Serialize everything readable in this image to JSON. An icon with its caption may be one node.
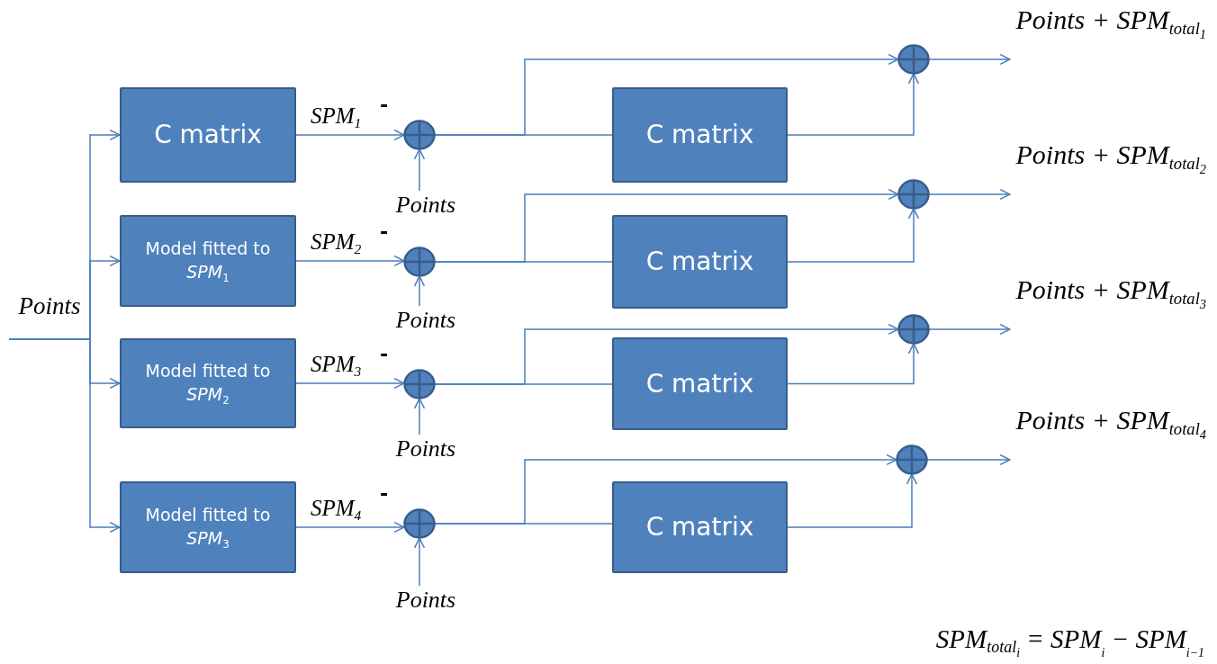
{
  "diagram": {
    "nodes": [
      {
        "text": [
          "Points"
        ]
      },
      {
        "text": [
          "C matrix"
        ]
      },
      {
        "text": [],
        "shape": "circle",
        "beside": [
          "-"
        ]
      },
      {
        "text": [
          "Points"
        ]
      },
      {
        "text": [
          "C matrix"
        ]
      },
      {
        "text": [],
        "shape": "circle"
      },
      {
        "text": [
          "Model fitted to *SPM*$_{1}$"
        ]
      },
      {
        "text": [],
        "shape": "circle",
        "beside": [
          "-"
        ]
      },
      {
        "text": [
          "Points"
        ]
      },
      {
        "text": [
          "C matrix"
        ]
      },
      {
        "text": [],
        "shape": "circle"
      },
      {
        "text": [
          "Model fitted to *SPM*$_{2}$"
        ]
      },
      {
        "text": [],
        "shape": "circle",
        "beside": [
          "-"
        ]
      },
      {
        "text": [
          "Points"
        ]
      },
      {
        "text": [
          "C matrix"
        ]
      },
      {
        "text": [],
        "shape": "circle"
      },
      {
        "text": [
          "Model fitted to *SPM*$_{3}$"
        ]
      },
      {
        "text": [],
        "shape": "circle",
        "beside": [
          "-"
        ]
      },
      {
        "text": [
          "Points"
        ]
      },
      {
        "text": [
          "C matrix"
        ]
      },
      {
        "text": [],
        "shape": "circle"
      },
      {
        "text": [
          "Points + SPM$_{total}$$_{1}$"
        ]
      },
      {
        "text": [
          "Points + SPM$_{total}$$_{2}$"
        ]
      },
      {
        "text": [
          "Points + SPM$_{total}$$_{3}$"
        ]
      },
      {
        "text": [
          "Points + SPM$_{total}$$_{4}$"
        ]
      }
    ],
    "edges": [
      {
        "from": 0,
        "to": 1,
        "arrow": "to"
      },
      {
        "from": 1,
        "to": 2,
        "arrow": "to",
        "label": "SPM$_{1}$"
      },
      {
        "from": 3,
        "to": 2,
        "arrow": "to"
      },
      {
        "from": 2,
        "to": 4,
        "arrow": "none"
      },
      {
        "from": 2,
        "to": 5,
        "arrow": "to"
      },
      {
        "from": 4,
        "to": 5,
        "arrow": "to"
      },
      {
        "from": 5,
        "to": 21,
        "arrow": "to"
      },
      {
        "from": 0,
        "to": 6,
        "arrow": "to"
      },
      {
        "from": 6,
        "to": 7,
        "arrow": "to",
        "label": "SPM$_{2}$"
      },
      {
        "from": 8,
        "to": 7,
        "arrow": "to"
      },
      {
        "from": 7,
        "to": 9,
        "arrow": "none"
      },
      {
        "from": 7,
        "to": 10,
        "arrow": "to"
      },
      {
        "from": 9,
        "to": 10,
        "arrow": "to"
      },
      {
        "from": 10,
        "to": 22,
        "arrow": "to"
      },
      {
        "from": 0,
        "to": 11,
        "arrow": "to"
      },
      {
        "from": 11,
        "to": 12,
        "arrow": "to",
        "label": "SPM$_{3}$"
      },
      {
        "from": 13,
        "to": 12,
        "arrow": "to"
      },
      {
        "from": 12,
        "to": 14,
        "arrow": "none"
      },
      {
        "from": 12,
        "to": 15,
        "arrow": "to"
      },
      {
        "from": 14,
        "to": 15,
        "arrow": "to"
      },
      {
        "from": 15,
        "to": 23,
        "arrow": "to"
      },
      {
        "from": 0,
        "to": 16,
        "arrow": "to"
      },
      {
        "from": 16,
        "to": 17,
        "arrow": "to",
        "label": "SPM$_{4}$"
      },
      {
        "from": 18,
        "to": 17,
        "arrow": "to"
      },
      {
        "from": 17,
        "to": 19,
        "arrow": "none"
      },
      {
        "from": 17,
        "to": 20,
        "arrow": "to"
      },
      {
        "from": 19,
        "to": 20,
        "arrow": "to"
      },
      {
        "from": 20,
        "to": 24,
        "arrow": "to"
      }
    ],
    "labels": [
      "SPM$_{total}$$_{i}$ = SPM$_{i}$ − SPM$_{i−1}$"
    ]
  }
}
